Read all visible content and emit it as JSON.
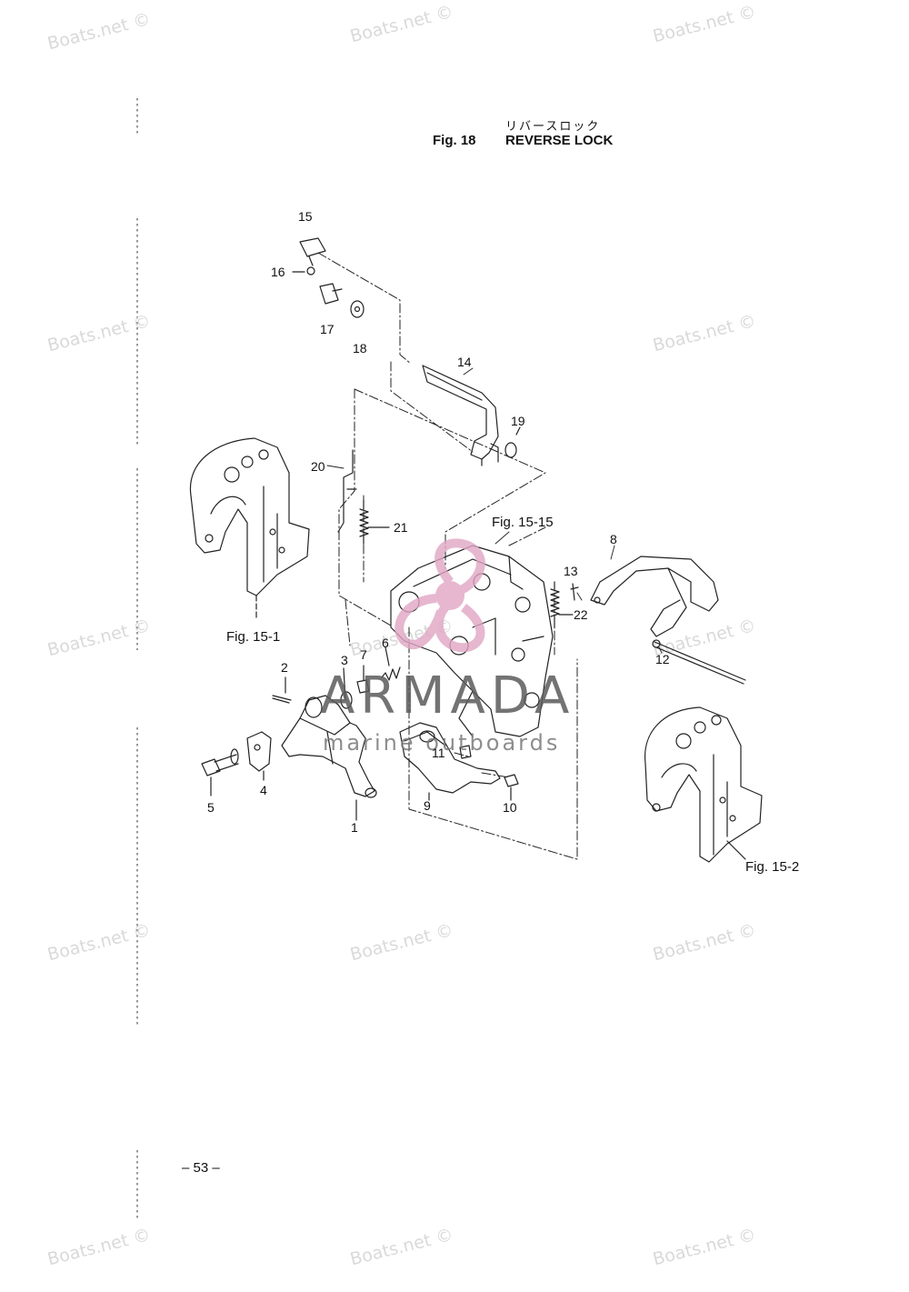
{
  "header": {
    "japanese_title": "リバースロック",
    "figure_number": "Fig. 18",
    "figure_title": "REVERSE LOCK"
  },
  "watermark": {
    "text": "Boats.net ©",
    "color": "#d9d9d9"
  },
  "brand_watermark": {
    "name": "ARMADA",
    "tagline": "marine outboards",
    "logo_color": "#e0a6c4"
  },
  "part_numbers": {
    "p1": "1",
    "p2": "2",
    "p3": "3",
    "p4": "4",
    "p5": "5",
    "p6": "6",
    "p7": "7",
    "p8": "8",
    "p9": "9",
    "p10": "10",
    "p11": "11",
    "p12": "12",
    "p13": "13",
    "p14": "14",
    "p15": "15",
    "p16": "16",
    "p17": "17",
    "p18": "18",
    "p19": "19",
    "p20": "20",
    "p21": "21",
    "p22": "22"
  },
  "figure_references": {
    "fig_15_1": "Fig. 15-1",
    "fig_15_2": "Fig. 15-2",
    "fig_15_15": "Fig. 15-15"
  },
  "footer": {
    "page_number": "– 53 –"
  }
}
